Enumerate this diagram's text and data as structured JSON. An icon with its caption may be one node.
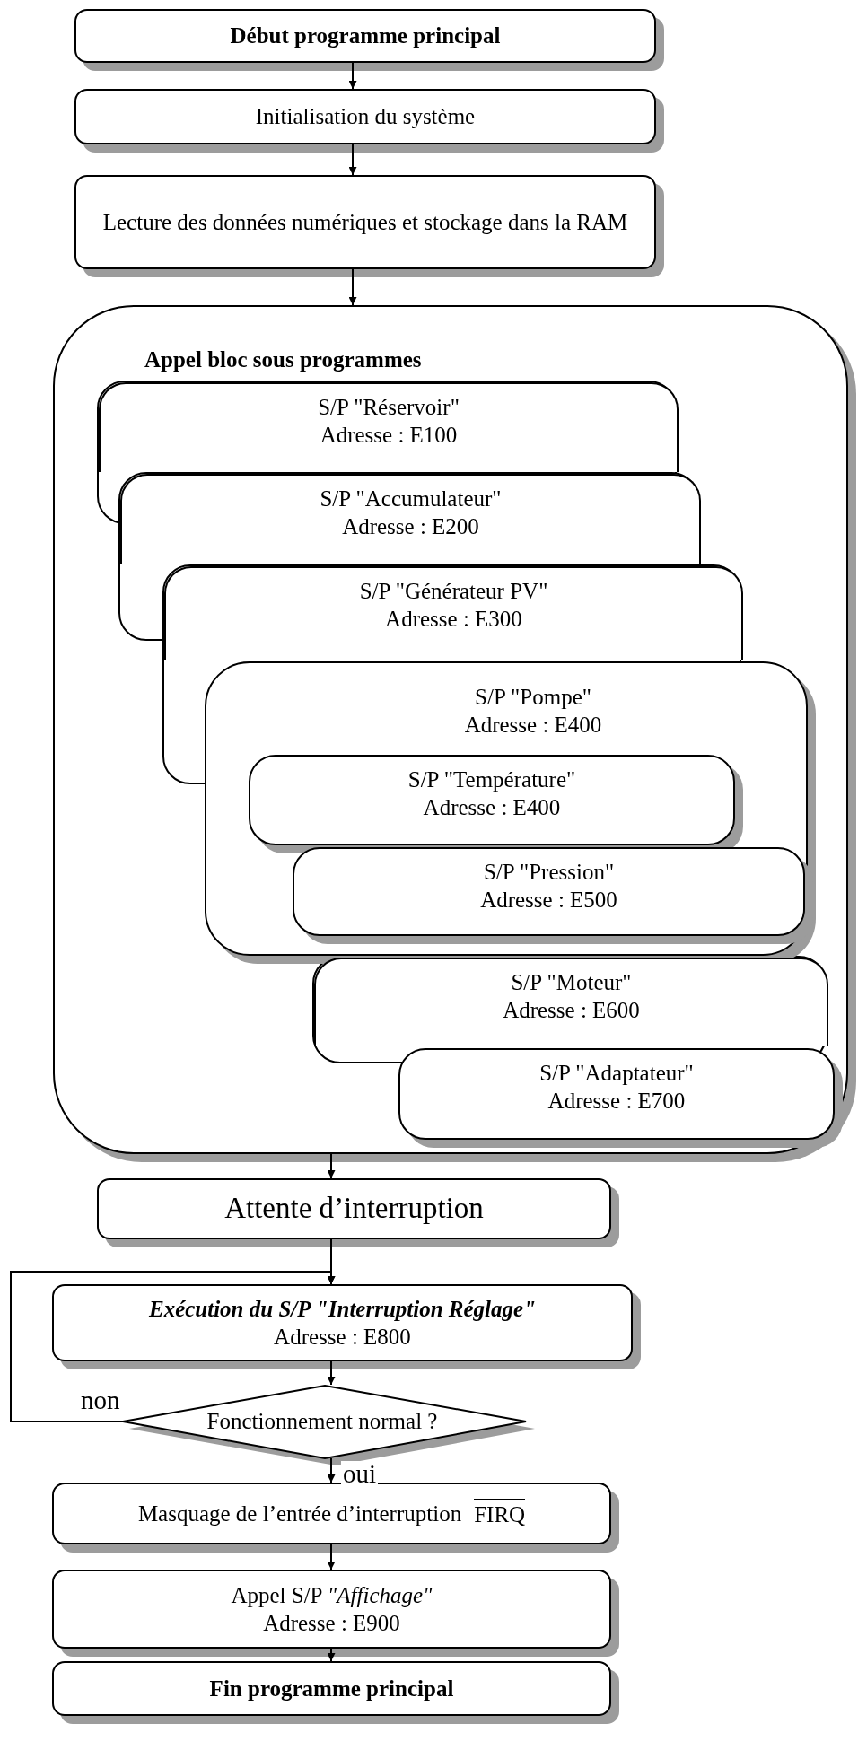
{
  "diagram": {
    "nodes": [
      {
        "text": [
          "Début programme principal"
        ]
      },
      {
        "text": [
          "Initialisation du système"
        ]
      },
      {
        "text": [
          "Lecture des données numériques et stockage dans la RAM"
        ]
      },
      {
        "text": [
          "Appel bloc sous programmes"
        ]
      },
      {
        "text": [
          "S/P \"Réservoir\"",
          "Adresse : E100"
        ],
        "in": 3
      },
      {
        "text": [
          "S/P \"Accumulateur\"",
          "Adresse : E200"
        ],
        "in": 3
      },
      {
        "text": [
          "S/P \"Générateur PV\"",
          "Adresse : E300"
        ],
        "in": 3
      },
      {
        "text": [
          "S/P \"Pompe\"",
          "Adresse : E400"
        ],
        "in": 3
      },
      {
        "text": [
          "S/P \"Température\"",
          "Adresse : E400"
        ],
        "in": 7
      },
      {
        "text": [
          "S/P \"Pression\"",
          "Adresse : E500"
        ],
        "in": 7
      },
      {
        "text": [
          "S/P \"Moteur\"",
          "Adresse : E600"
        ],
        "in": 3
      },
      {
        "text": [
          "S/P \"Adaptateur\"",
          "Adresse : E700"
        ],
        "in": 3
      },
      {
        "text": [
          "Attente d’interruption"
        ]
      },
      {
        "text": [
          "Exécution du S/P \"Interruption Réglage\"",
          "Adresse : E800"
        ]
      },
      {
        "text": [
          "Fonctionnement normal ?"
        ]
      },
      {
        "text": [
          "Masquage de l’entrée d’interruption",
          "FIRQ"
        ]
      },
      {
        "text": [
          "Appel S/P *\"Affichage\"*",
          "Adresse : E900"
        ]
      },
      {
        "text": [
          "Fin programme principal"
        ]
      }
    ],
    "edges": [
      {
        "from": 0,
        "to": 1,
        "arrow": "to"
      },
      {
        "from": 1,
        "to": 2,
        "arrow": "to"
      },
      {
        "from": 2,
        "to": 3,
        "arrow": "to"
      },
      {
        "from": 3,
        "to": 12,
        "arrow": "to"
      },
      {
        "from": 12,
        "to": 13,
        "arrow": "to"
      },
      {
        "from": 13,
        "to": 14,
        "arrow": "to"
      },
      {
        "from": 14,
        "to": 13,
        "arrow": "to",
        "label": "non"
      },
      {
        "from": 14,
        "to": 15,
        "arrow": "to",
        "label": "oui"
      },
      {
        "from": 15,
        "to": 16,
        "arrow": "to"
      },
      {
        "from": 16,
        "to": 17,
        "arrow": "to"
      }
    ]
  }
}
